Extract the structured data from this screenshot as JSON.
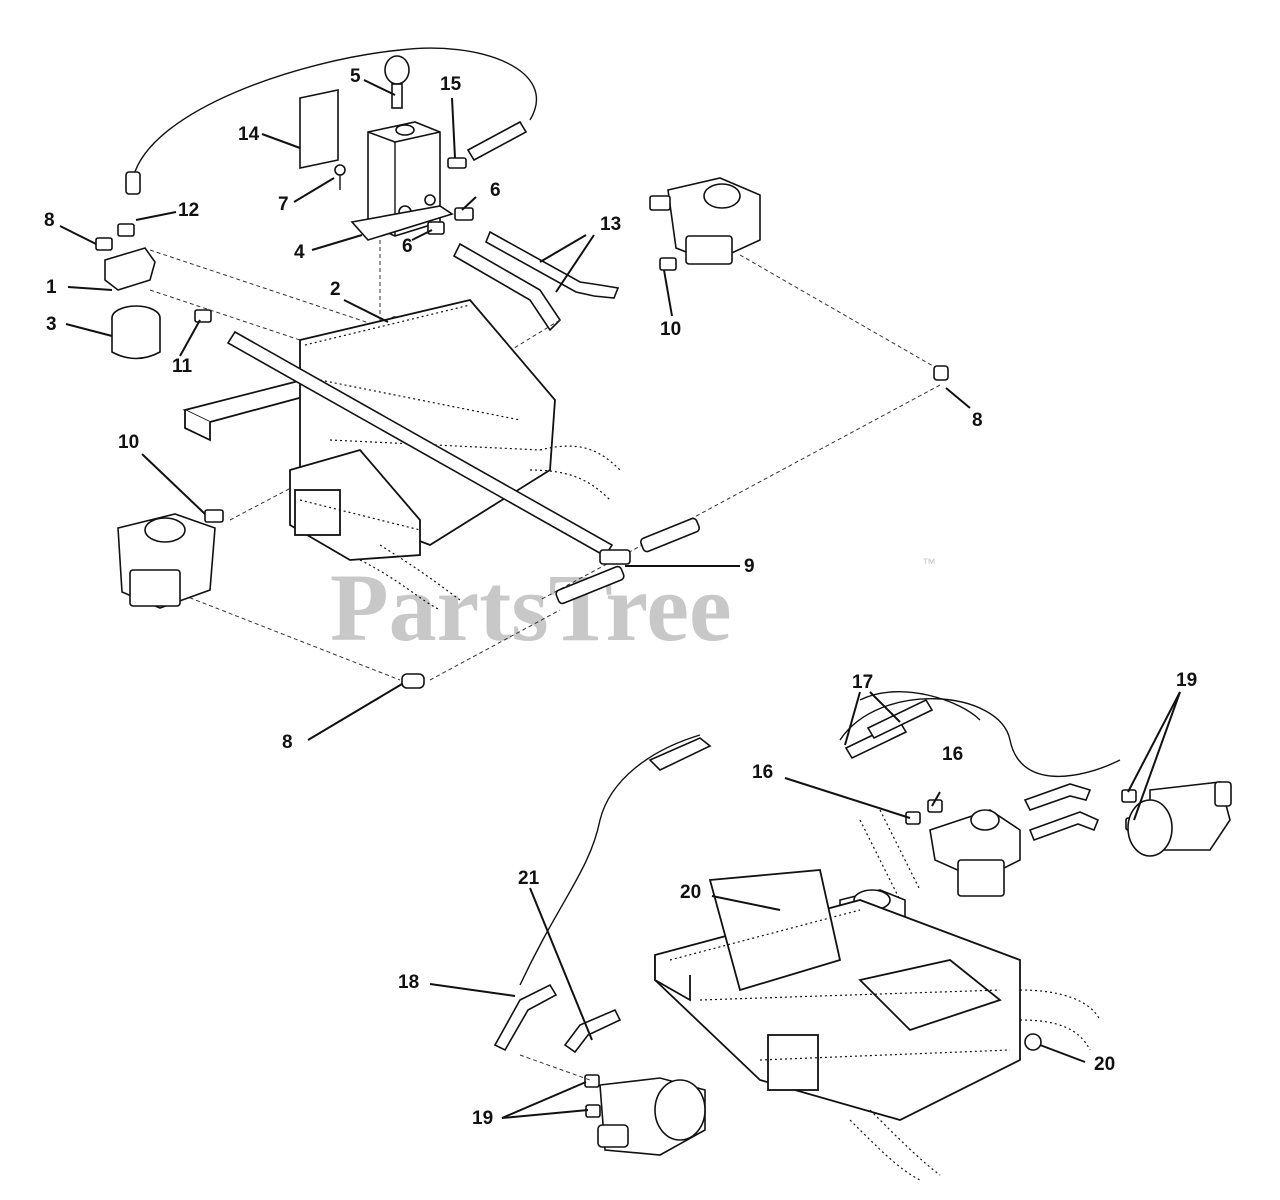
{
  "watermark": {
    "text": "PartsTree",
    "trademark": "™"
  },
  "callouts": {
    "c1": "1",
    "c2": "2",
    "c3": "3",
    "c4": "4",
    "c5": "5",
    "c6a": "6",
    "c6b": "6",
    "c7": "7",
    "c8a": "8",
    "c8b": "8",
    "c8c": "8",
    "c9": "9",
    "c10a": "10",
    "c10b": "10",
    "c11": "11",
    "c12": "12",
    "c13": "13",
    "c14": "14",
    "c15": "15",
    "c16a": "16",
    "c16b": "16",
    "c17": "17",
    "c18": "18",
    "c19a": "19",
    "c19b": "19",
    "c20a": "20",
    "c20b": "20",
    "c21": "21"
  }
}
